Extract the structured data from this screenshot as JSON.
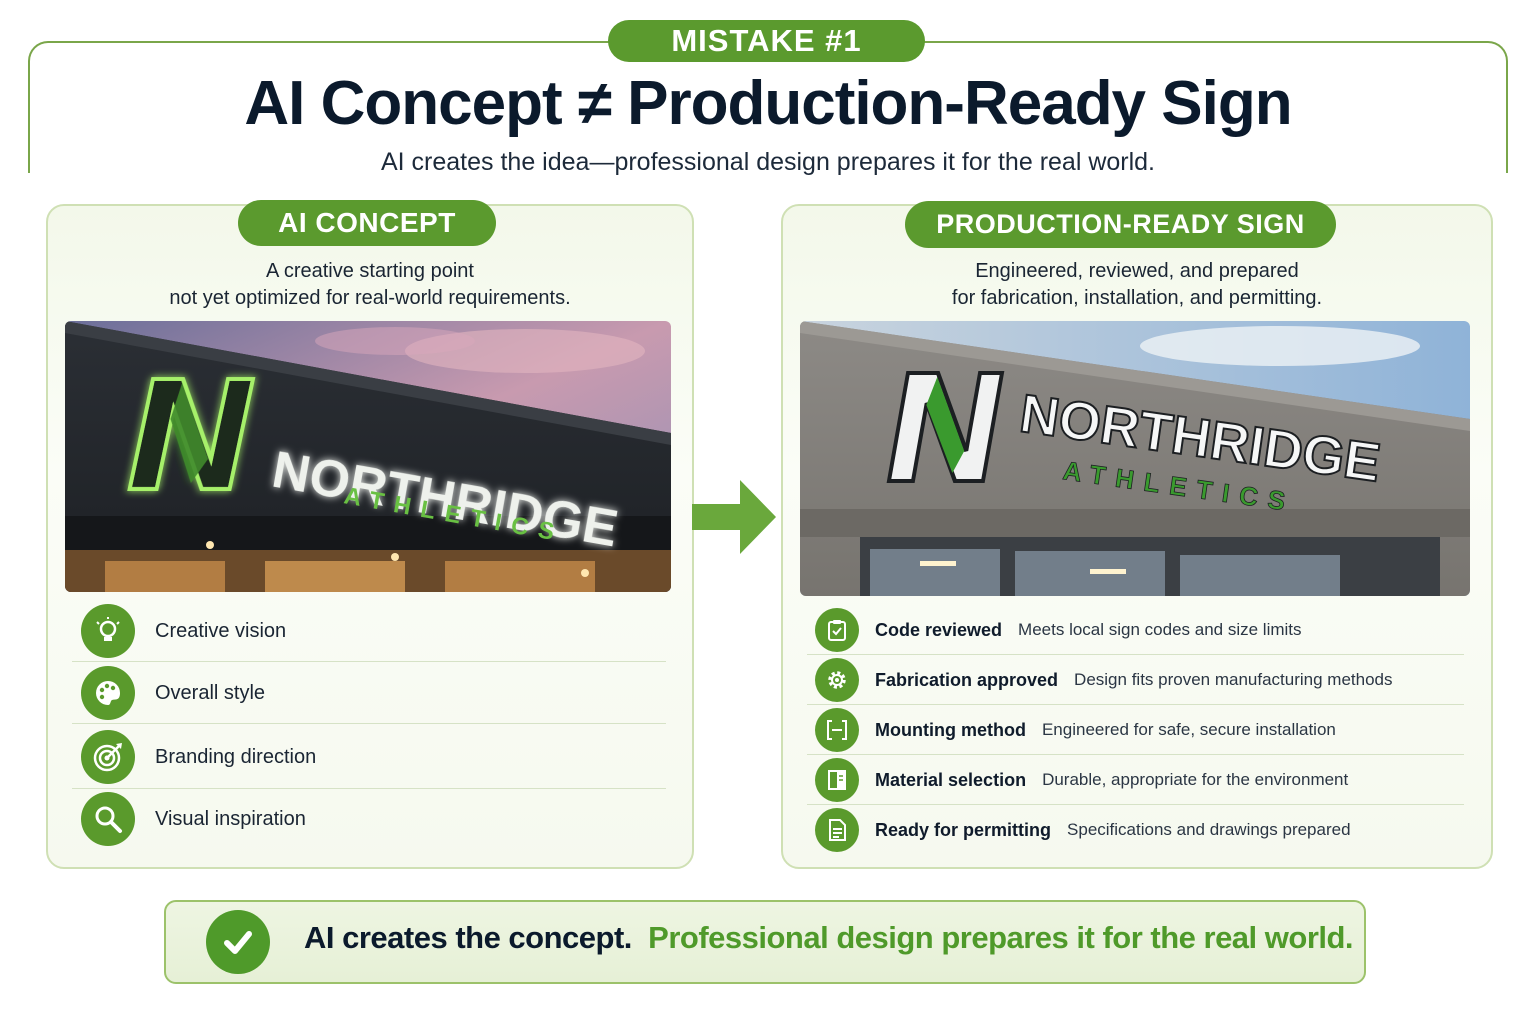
{
  "header": {
    "badge": "MISTAKE #1",
    "title": "AI Concept ≠ Production-Ready Sign",
    "subtitle": "AI creates the idea—professional design prepares it for the real world."
  },
  "left_panel": {
    "pill": "AI CONCEPT",
    "desc_line1": "A creative starting point",
    "desc_line2": "not yet optimized for real-world requirements.",
    "sign": {
      "brand": "NORTHRIDGE",
      "sub": "ATHLETICS",
      "letter": "N"
    },
    "items": [
      {
        "icon": "lightbulb-icon",
        "label": "Creative vision"
      },
      {
        "icon": "palette-icon",
        "label": "Overall style"
      },
      {
        "icon": "target-icon",
        "label": "Branding direction"
      },
      {
        "icon": "magnifier-icon",
        "label": "Visual inspiration"
      }
    ]
  },
  "right_panel": {
    "pill": "PRODUCTION-READY SIGN",
    "desc_line1": "Engineered, reviewed, and prepared",
    "desc_line2": "for fabrication, installation, and permitting.",
    "sign": {
      "brand": "NORTHRIDGE",
      "sub": "ATHLETICS",
      "letter": "N"
    },
    "items": [
      {
        "icon": "clipboard-check-icon",
        "title": "Code reviewed",
        "desc": "Meets local sign codes and size limits"
      },
      {
        "icon": "gear-icon",
        "title": "Fabrication approved",
        "desc": "Design fits proven manufacturing methods"
      },
      {
        "icon": "bracket-icon",
        "title": "Mounting method",
        "desc": "Engineered for safe, secure installation"
      },
      {
        "icon": "material-swatch-icon",
        "title": "Material selection",
        "desc": "Durable, appropriate for the environment"
      },
      {
        "icon": "document-icon",
        "title": "Ready for permitting",
        "desc": "Specifications and drawings prepared"
      }
    ]
  },
  "banner": {
    "icon": "checkmark-icon",
    "dark_text": "AI creates the concept.",
    "green_text": "Professional design prepares it for the real world."
  },
  "colors": {
    "brand_green": "#5b9a2e",
    "title_navy": "#0b1a2c",
    "panel_border": "#cfe0b4"
  }
}
